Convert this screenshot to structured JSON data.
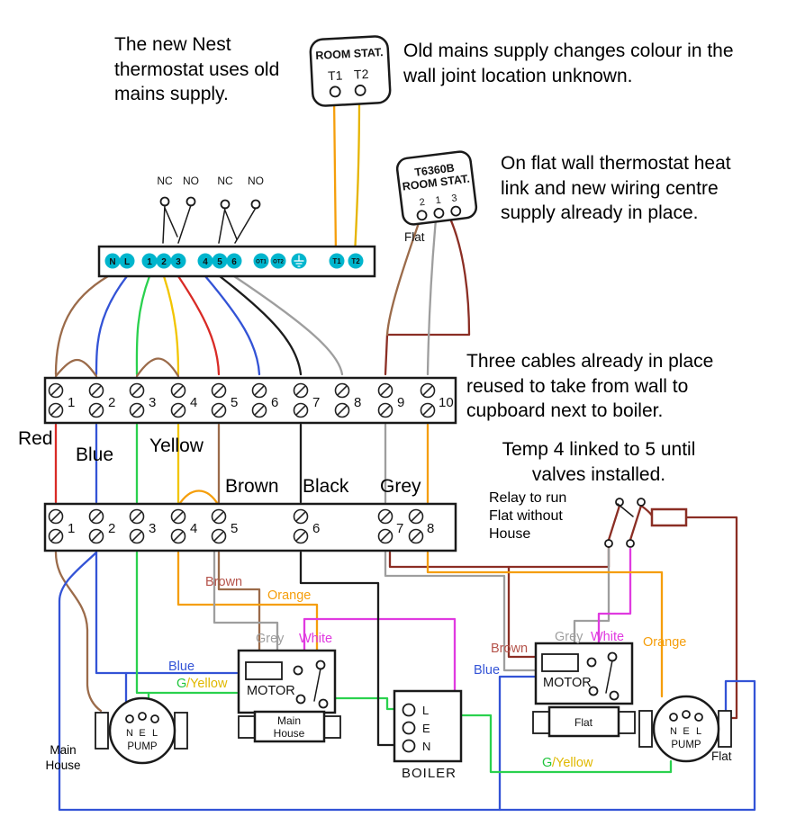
{
  "palette": {
    "cyan": "#00b5cd",
    "orange": "#f59e0b",
    "gold": "#e6b400",
    "red": "#d92b26",
    "blue": "#3353d6",
    "green": "#2ad14e",
    "brown": "#9b6b4a",
    "maroon": "#8b2e24",
    "black": "#1c1c1c",
    "grey": "#9e9e9e",
    "magenta": "#e03ae0",
    "yellow": "#f2c500"
  },
  "notes": {
    "nest": "The new Nest thermostat uses old mains supply.",
    "mains": "Old mains supply changes colour in the wall joint location unknown.",
    "flat_wall": "On flat wall thermostat heat link and new wiring centre supply already in place.",
    "cables": "Three cables already in place reused to take from wall to cupboard next to boiler.",
    "temp": "Temp 4 linked to 5 until valves installed.",
    "relay": "Relay to run Flat without House"
  },
  "room_stat": {
    "title": "ROOM STAT.",
    "t1": "T1",
    "t2": "T2"
  },
  "flat_stat": {
    "model": "T6360B",
    "title": "ROOM STAT.",
    "terminals": [
      "2",
      "1",
      "3"
    ],
    "caption": "Flat"
  },
  "wiring_centre": {
    "switches": [
      "NC",
      "NO",
      "NC",
      "NO"
    ],
    "terminals": [
      "N",
      "L",
      "1",
      "2",
      "3",
      "4",
      "5",
      "6",
      "OT1",
      "OT2",
      "T1",
      "T2"
    ]
  },
  "block1": {
    "terminals": [
      "1",
      "2",
      "3",
      "4",
      "5",
      "6",
      "7",
      "8",
      "9",
      "10"
    ]
  },
  "block2": {
    "terminals": [
      "1",
      "2",
      "3",
      "4",
      "5",
      "6",
      "7",
      "8"
    ]
  },
  "wire_labels": {
    "mid": [
      "Red",
      "Blue",
      "Yellow",
      "Brown",
      "Black",
      "Grey"
    ],
    "lower_left": {
      "brown": "Brown",
      "orange": "Orange",
      "grey": "Grey",
      "white": "White",
      "blue": "Blue",
      "g": "G",
      "yellow": "/Yellow"
    },
    "lower_right": {
      "brown": "Brown",
      "grey": "Grey",
      "white": "White",
      "blue": "Blue",
      "orange": "Orange",
      "g": "G",
      "yellow": "/Yellow"
    }
  },
  "motor_house": {
    "label": "MOTOR"
  },
  "motor_flat": {
    "label": "MOTOR"
  },
  "valve_house": {
    "line1": "Main",
    "line2": "House"
  },
  "valve_flat": {
    "label": "Flat"
  },
  "boiler": {
    "l": "L",
    "e": "E",
    "n": "N",
    "label": "BOILER"
  },
  "pump_house": {
    "n": "N",
    "e": "E",
    "l": "L",
    "label": "PUMP",
    "caption": "Main House"
  },
  "pump_flat": {
    "n": "N",
    "e": "E",
    "l": "L",
    "label": "PUMP",
    "caption": "Flat"
  }
}
